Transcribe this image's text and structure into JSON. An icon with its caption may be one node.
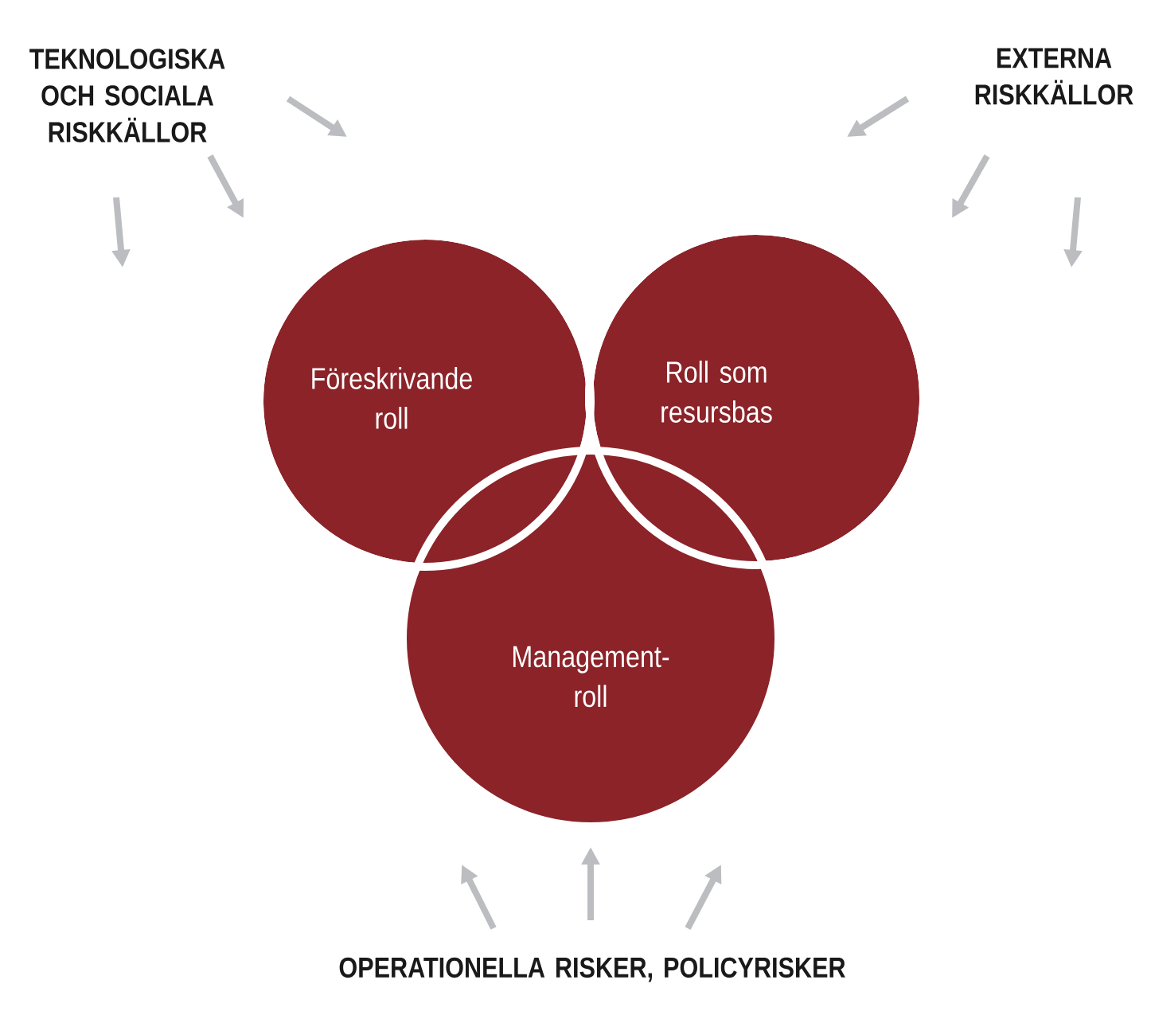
{
  "diagram": {
    "nodes": [
      {
        "text": [
          "TEKNOLOGISKA OCH SOCIALA RISKKÄLLOR"
        ]
      },
      {
        "text": [
          "EXTERNA RISKKÄLLOR"
        ]
      },
      {
        "text": [
          "Föreskrivande roll"
        ]
      },
      {
        "text": [
          "Roll som resursbas"
        ]
      },
      {
        "text": [
          "Management-roll"
        ]
      },
      {
        "text": [
          "OPERATIONELLA RISKER, POLICYRISKER"
        ]
      }
    ]
  }
}
